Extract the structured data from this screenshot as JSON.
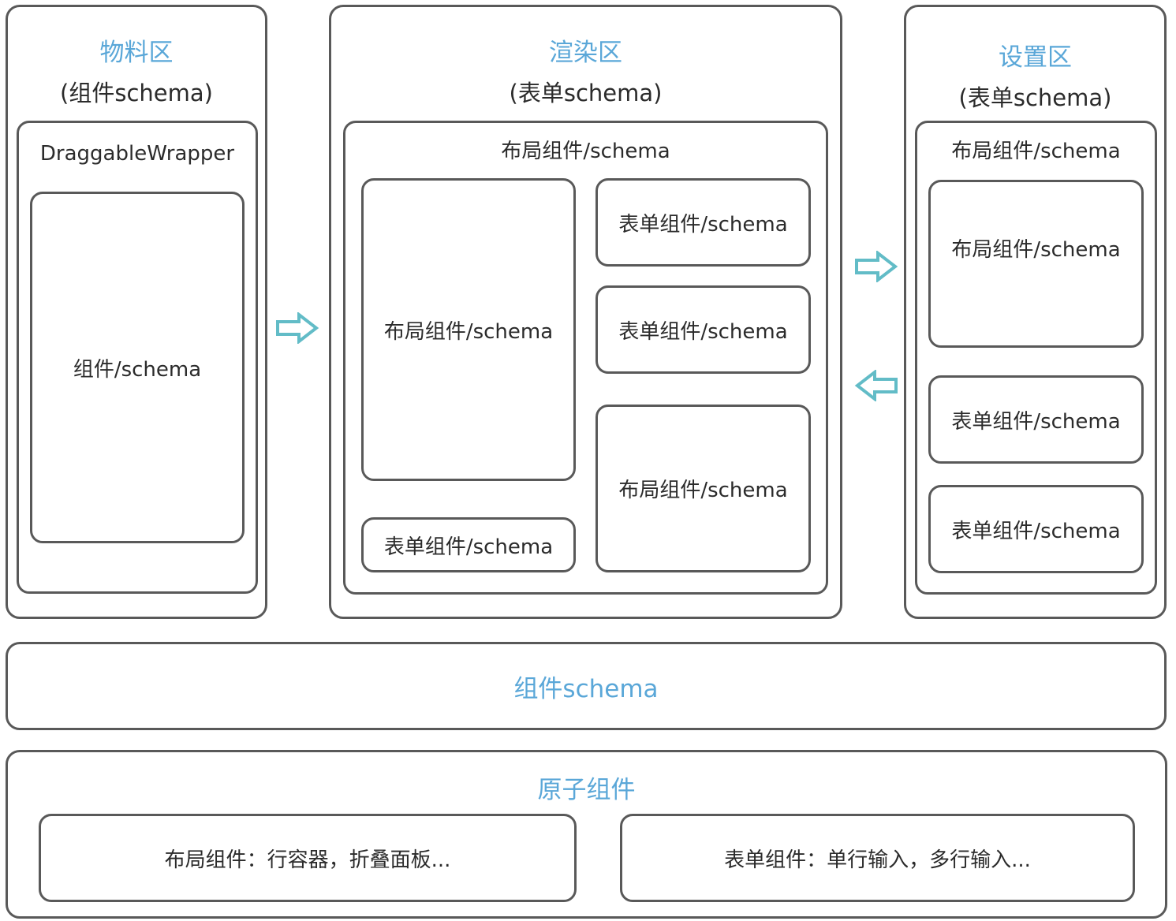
{
  "material_zone": {
    "title": "物料区",
    "subtitle": "(组件schema)",
    "wrapper_label": "DraggableWrapper",
    "component_label": "组件/schema"
  },
  "render_zone": {
    "title": "渲染区",
    "subtitle": "(表单schema)",
    "layout_label": "布局组件/schema",
    "left_layout_label": "布局组件/schema",
    "left_form_label": "表单组件/schema",
    "right_form_1_label": "表单组件/schema",
    "right_form_2_label": "表单组件/schema",
    "right_layout_label": "布局组件/schema"
  },
  "settings_zone": {
    "title": "设置区",
    "subtitle": "(表单schema)",
    "layout_label": "布局组件/schema",
    "inner_layout_label": "布局组件/schema",
    "form_1_label": "表单组件/schema",
    "form_2_label": "表单组件/schema"
  },
  "component_schema_bar": {
    "label": "组件schema"
  },
  "atomic_components": {
    "title": "原子组件",
    "layout_components": "布局组件：行容器，折叠面板...",
    "form_components": "表单组件：单行输入，多行输入..."
  },
  "colors": {
    "accent": "#5aa7d8",
    "arrow": "#62bcc7",
    "border": "#595959"
  },
  "icons": {
    "material_to_render": "arrow-right-icon",
    "render_to_settings": "arrow-right-icon",
    "settings_to_render": "arrow-left-icon"
  }
}
